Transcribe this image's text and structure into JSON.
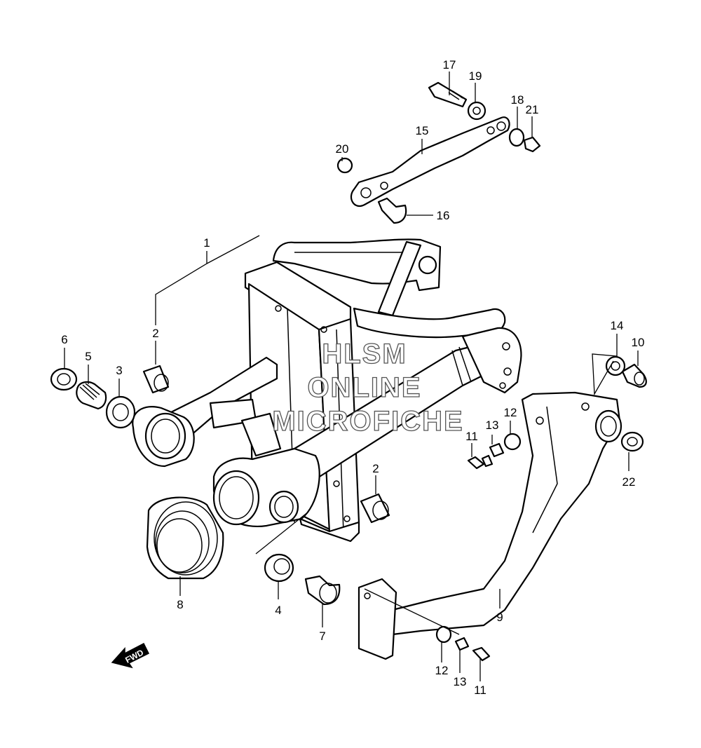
{
  "watermark": {
    "line1": "HLSM",
    "line2": "ONLINE",
    "line3": "MICROFICHE",
    "color": "#555555"
  },
  "fwd_label": "FWD",
  "callouts": {
    "p1": "1",
    "p2a": "2",
    "p2b": "2",
    "p3": "3",
    "p4": "4",
    "p5": "5",
    "p6": "6",
    "p7": "7",
    "p8": "8",
    "p9": "9",
    "p10": "10",
    "p11a": "11",
    "p11b": "11",
    "p12a": "12",
    "p12b": "12",
    "p13a": "13",
    "p13b": "13",
    "p14": "14",
    "p15": "15",
    "p16": "16",
    "p17": "17",
    "p18": "18",
    "p19": "19",
    "p20": "20",
    "p21": "21",
    "p22": "22"
  }
}
